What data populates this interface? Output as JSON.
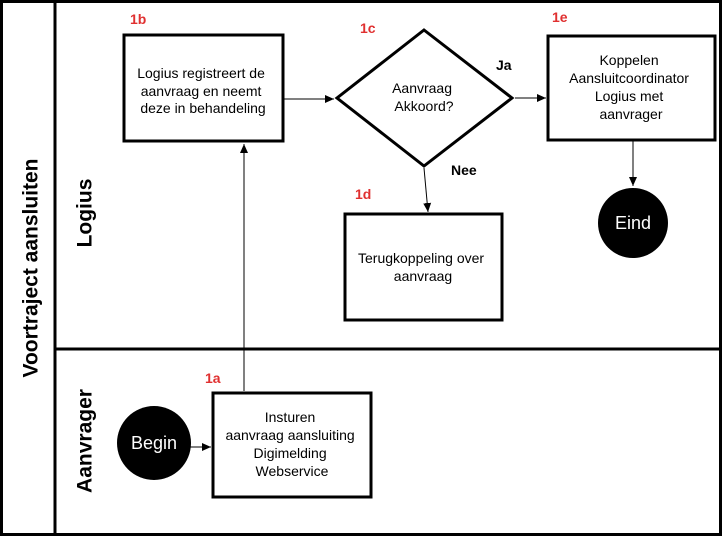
{
  "pool": {
    "title": "Voortraject aansluiten"
  },
  "lanes": {
    "logius": "Logius",
    "aanvrager": "Aanvrager"
  },
  "steps": {
    "s1a": {
      "num": "1a",
      "lines": [
        "Insturen",
        "aanvraag aansluiting",
        "Digimelding",
        "Webservice"
      ]
    },
    "s1b": {
      "num": "1b",
      "lines": [
        "Logius registreert de",
        "aanvraag en neemt",
        "deze in behandeling"
      ]
    },
    "s1c": {
      "num": "1c",
      "lines": [
        "Aanvraag",
        "Akkoord?"
      ]
    },
    "s1d": {
      "num": "1d",
      "lines": [
        "Terugkoppeling over",
        "aanvraag"
      ]
    },
    "s1e": {
      "num": "1e",
      "lines": [
        "Koppelen",
        "Aansluitcoordinator",
        "Logius met",
        "aanvrager"
      ]
    }
  },
  "branches": {
    "yes": "Ja",
    "no": "Nee"
  },
  "events": {
    "start": "Begin",
    "end": "Eind"
  },
  "colors": {
    "step_number": "#e03030",
    "line": "#000000",
    "event_fill": "#000000"
  }
}
